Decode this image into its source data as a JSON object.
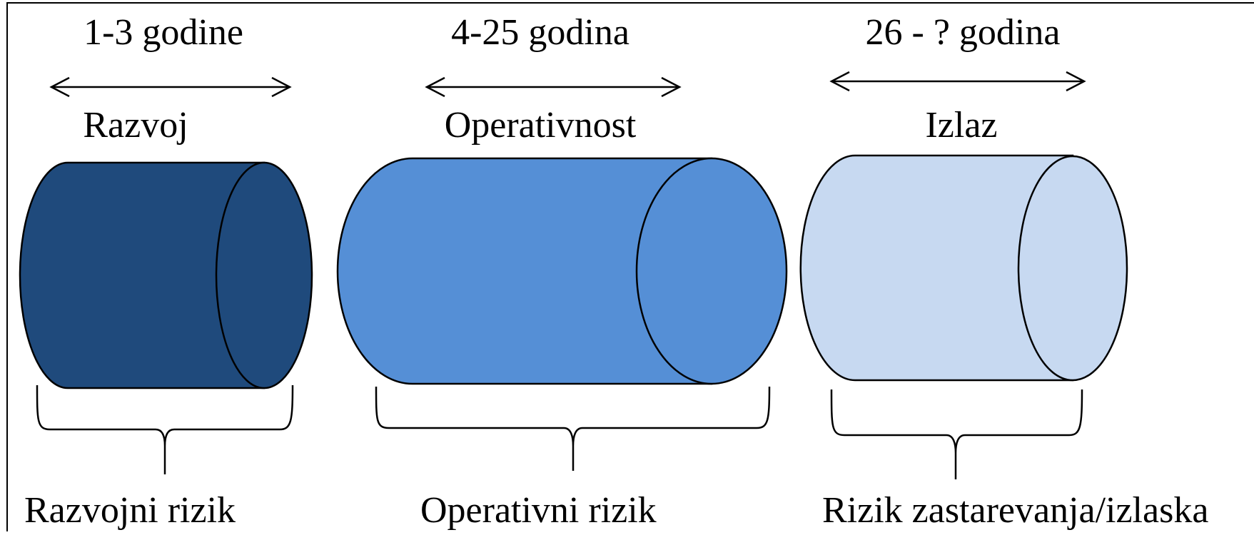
{
  "phases": [
    {
      "period": "1-3 godine",
      "phase": "Razvoj",
      "risk": "Razvojni rizik",
      "color": "#1f4a7c",
      "role": "development"
    },
    {
      "period": "4-25 godina",
      "phase": "Operativnost",
      "risk": "Operativni rizik",
      "color": "#558fd6",
      "role": "operation"
    },
    {
      "period": "26 - ? godina",
      "phase": "Izlaz",
      "risk": "Rizik zastarevanja/izlaska",
      "color": "#c7d9f1",
      "role": "exit"
    }
  ],
  "stroke_color": "#000000",
  "frame_color": "#000000"
}
